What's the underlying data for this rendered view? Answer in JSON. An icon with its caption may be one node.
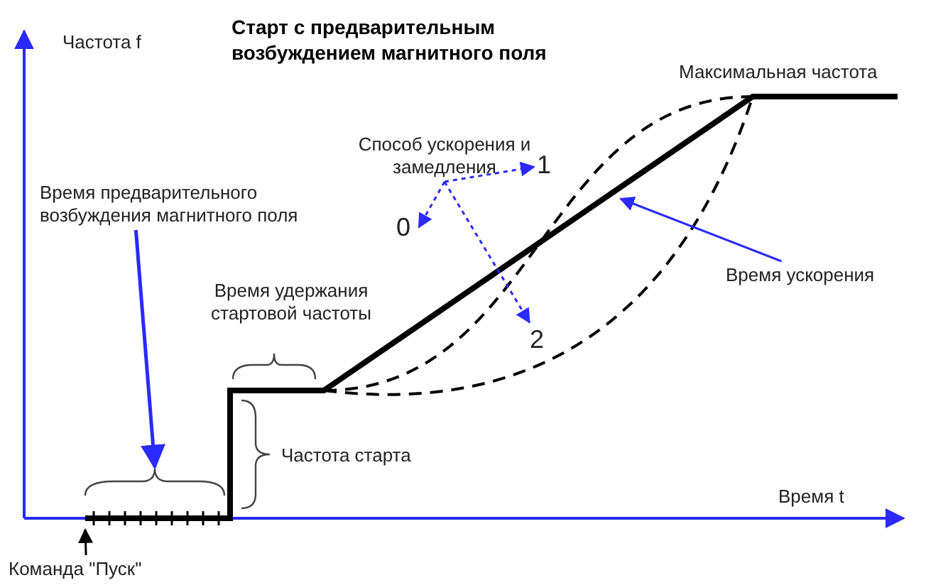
{
  "diagram": {
    "title": "Старт с предварительным возбуждением магнитного поля",
    "nodes": [
      {
        "text": [
          "Время предварительного возбуждения магнитного поля"
        ]
      },
      {
        "text": [
          "Способ ускорения и замедления"
        ]
      },
      {
        "text": [
          "0"
        ]
      },
      {
        "text": [
          "1"
        ]
      },
      {
        "text": [
          "2"
        ]
      },
      {
        "text": [
          "Время ускорения"
        ]
      },
      {
        "text": [
          "Команда \"Пуск\""
        ]
      },
      {
        "text": [],
        "shape": "bracket"
      }
    ],
    "edges": [
      {
        "from": 0,
        "to": 7,
        "arrow": "to"
      },
      {
        "from": 1,
        "to": 2,
        "arrow": "to",
        "style": "dashed"
      },
      {
        "from": 1,
        "to": 3,
        "arrow": "to",
        "style": "dashed"
      },
      {
        "from": 1,
        "to": 4,
        "arrow": "to",
        "style": "dashed"
      },
      {
        "from": 5,
        "to": null,
        "arrow": "to"
      },
      {
        "from": 6,
        "to": null,
        "arrow": "to",
        "color": "#000000"
      }
    ],
    "labels": [
      "Частота f",
      "Максимальная частота",
      "Время удержания стартовой частоты",
      "Частота старта",
      "Время t"
    ]
  }
}
